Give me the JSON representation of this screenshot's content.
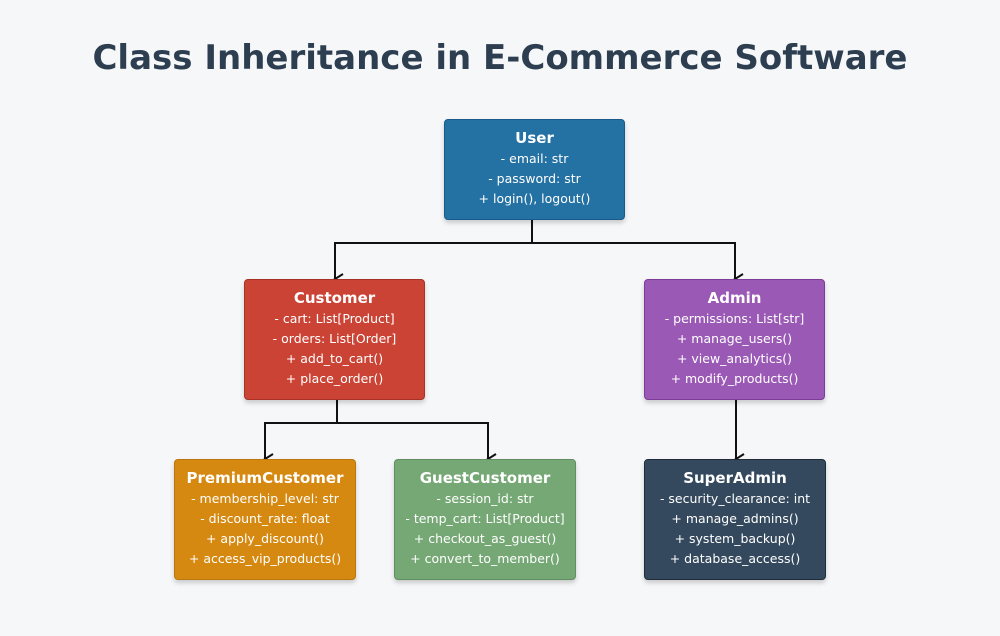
{
  "title": "Class Inheritance in E-Commerce Software",
  "classes": {
    "user": {
      "name": "User",
      "color": "#2471a3",
      "border": "#1a5a8a",
      "members": [
        "- email: str",
        "- password: str",
        "+ login(), logout()"
      ]
    },
    "customer": {
      "name": "Customer",
      "color": "#cb4335",
      "border": "#a93226",
      "members": [
        "- cart: List[Product]",
        "- orders: List[Order]",
        "+ add_to_cart()",
        "+ place_order()"
      ]
    },
    "admin": {
      "name": "Admin",
      "color": "#9b59b6",
      "border": "#7d3c98",
      "members": [
        "- permissions: List[str]",
        "+ manage_users()",
        "+ view_analytics()",
        "+ modify_products()"
      ]
    },
    "premium": {
      "name": "PremiumCustomer",
      "color": "#d68910",
      "border": "#b9770e",
      "members": [
        "- membership_level: str",
        "- discount_rate: float",
        "+ apply_discount()",
        "+ access_vip_products()"
      ]
    },
    "guest": {
      "name": "GuestCustomer",
      "color": "#76a876",
      "border": "#5f8f5f",
      "members": [
        "- session_id: str",
        "- temp_cart: List[Product]",
        "+ checkout_as_guest()",
        "+ convert_to_member()"
      ]
    },
    "superadmin": {
      "name": "SuperAdmin",
      "color": "#34495e",
      "border": "#1f2d3a",
      "members": [
        "- security_clearance: int",
        "+ manage_admins()",
        "+ system_backup()",
        "+ database_access()"
      ]
    }
  }
}
